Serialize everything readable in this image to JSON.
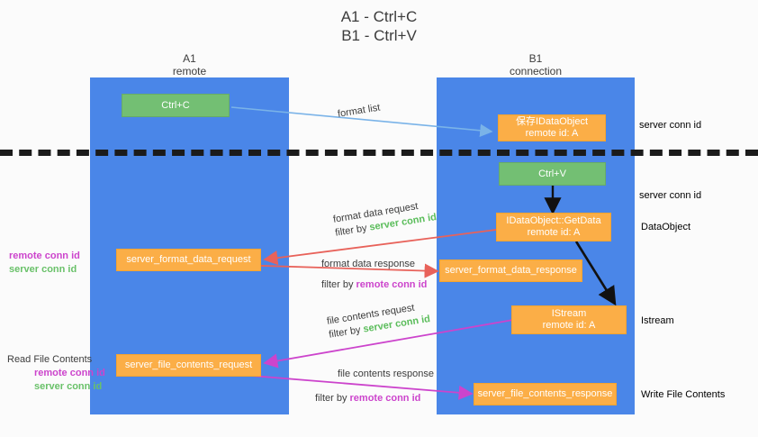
{
  "title": "A1 - Ctrl+C\nB1 - Ctrl+V",
  "lanes": [
    {
      "name": "A1",
      "sub": "remote",
      "head": "A1\nremote"
    },
    {
      "name": "B1",
      "sub": "connection",
      "head": "B1\nconnection"
    }
  ],
  "boxes": {
    "ctrl_c": "Ctrl+C",
    "ctrl_v": "Ctrl+V",
    "save_idataobject": "保存IDataObject\nremote id: A",
    "getdata": "IDataObject::GetData\nremote id: A",
    "istream": "IStream\nremote id: A",
    "format_data_request": "server_format_data_request",
    "format_data_response": "server_format_data_response",
    "file_contents_request": "server_file_contents_request",
    "file_contents_response": "server_file_contents_response"
  },
  "notes": {
    "format_list": "format list",
    "fdr_line1": "format data request",
    "fdr_filter_prefix": "filter by ",
    "fdr_filter_value": "server conn id",
    "fdresp_line1": "format data response",
    "fdresp_filter_prefix": "filter by ",
    "fdresp_filter_value": "remote conn id",
    "fcr_line1": "file contents request",
    "fcr_filter_prefix": "filter by ",
    "fcr_filter_value": "server conn id",
    "fcresp_line1": "file contents response",
    "fcresp_filter_prefix": "filter by ",
    "fcresp_filter_value": "remote conn id"
  },
  "left_labels": {
    "remote_conn_id": "remote conn id",
    "server_conn_id": "server conn id",
    "read_file_contents": "Read File Contents",
    "remote_conn_id_2": "remote conn id",
    "server_conn_id_2": "server conn id"
  },
  "right_labels": {
    "server_conn_id_top": "server conn id",
    "server_conn_id_mid": "server conn id",
    "dataobject": "DataObject",
    "istream": "Istream",
    "write_file_contents": "Write File Contents"
  },
  "colors": {
    "lane_blue": "#4a86e8",
    "box_orange": "#fbae47",
    "box_green": "#73bf73",
    "arrow_blue": "#7ab3e8",
    "arrow_red": "#e8625a",
    "arrow_magenta": "#cc44cc",
    "arrow_black": "#111111",
    "text_green": "#5bbd5b",
    "text_magenta": "#cc44cc"
  }
}
